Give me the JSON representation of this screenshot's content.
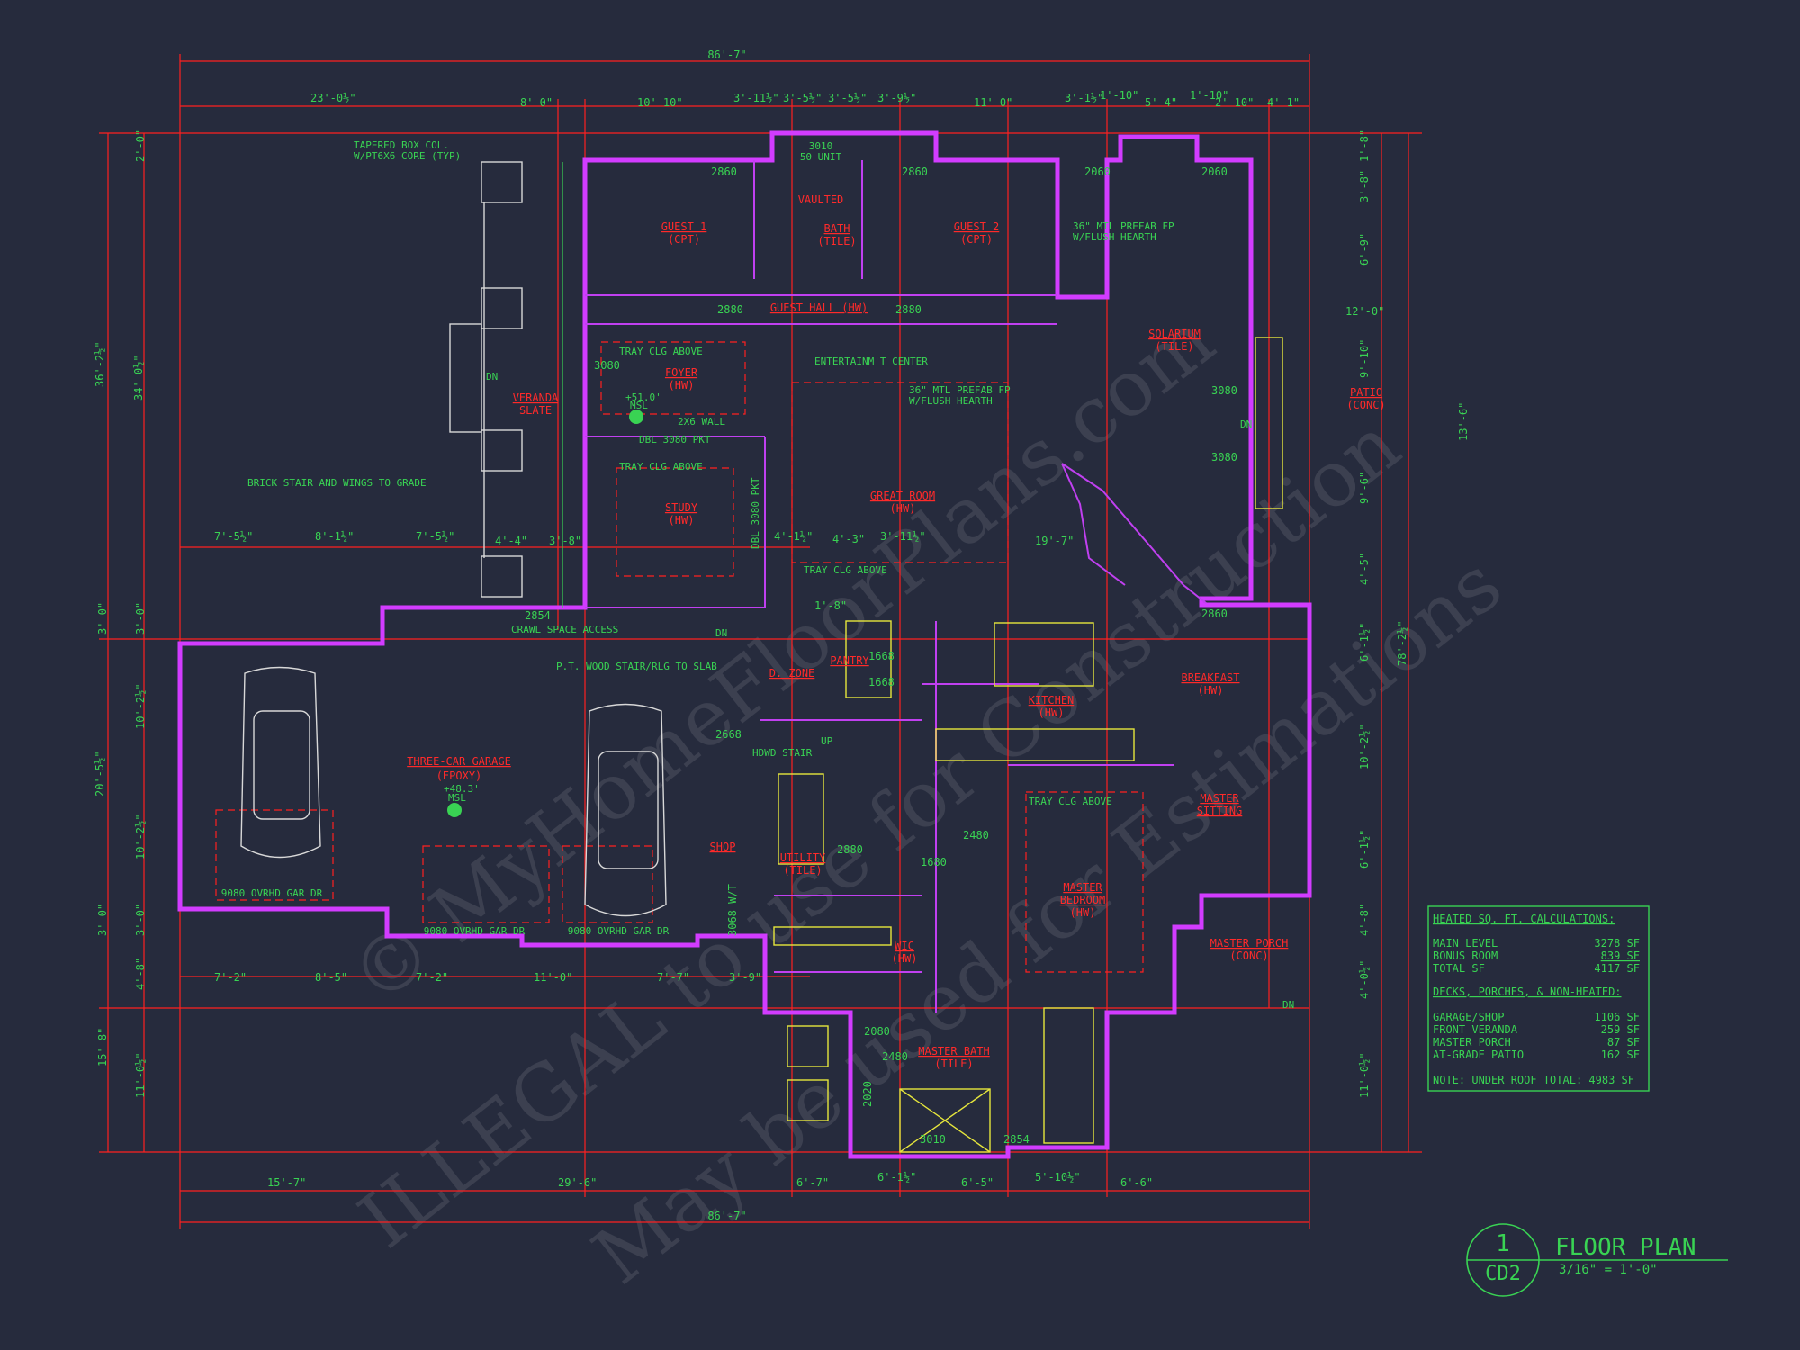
{
  "overall_dims": {
    "top": "86'-7\"",
    "bottom": "86'-7\""
  },
  "top_dims": [
    "23'-0½\"",
    "8'-0\"",
    "10'-10\"",
    "3'-11½\"",
    "3'-5½\"",
    "3'-5½\"",
    "3'-9½\"",
    "11'-0\"",
    "3'-1½\"",
    "1'-10\"",
    "5'-4\"",
    "1'-10\"",
    "2'-10\"",
    "4'-1\""
  ],
  "bottom_dims": [
    "15'-7\"",
    "29'-6\"",
    "6'-7\"",
    "6'-1½\"",
    "6'-5\"",
    "5'-10½\"",
    "6'-6\""
  ],
  "mid_dims": [
    "7'-5½\"",
    "8'-1½\"",
    "7'-5½\"",
    "4'-4\"",
    "3'-8\"",
    "4'-1½\"",
    "4'-3\"",
    "3'-11½\"",
    "19'-7\"",
    "1'-8\""
  ],
  "lower_dims": [
    "7'-2\"",
    "8'-5\"",
    "7'-2\"",
    "11'-0\"",
    "7'-7\"",
    "3'-9\""
  ],
  "left_dims": [
    "2'-0\"",
    "36'-2½\"",
    "34'-0½\"",
    "3'-0\"",
    "3'-0\"",
    "20'-5½\"",
    "10'-2½\"",
    "10'-2½\"",
    "3'-0\"",
    "3'-0\"",
    "4'-8\"",
    "15'-8\"",
    "11'-0½\""
  ],
  "right_dims": [
    "1'-8\"",
    "3'-8\"",
    "6'-9\"",
    "12'-0\"",
    "9'-10\"",
    "13'-6\"",
    "9'-6\"",
    "4'-5\"",
    "78'-2½\"",
    "6'-1½\"",
    "10'-2½\"",
    "6'-1½\"",
    "4'-8\"",
    "4'-0½\"",
    "11'-0½\""
  ],
  "rooms": {
    "guest1": "GUEST 1",
    "guest1_f": "(CPT)",
    "guest2": "GUEST 2",
    "guest2_f": "(CPT)",
    "bath": "BATH",
    "bath_f": "(TILE)",
    "vaulted": "VAULTED",
    "guest_hall": "GUEST HALL (HW)",
    "foyer": "FOYER",
    "foyer_f": "(HW)",
    "study": "STUDY",
    "study_f": "(HW)",
    "great_room": "GREAT ROOM",
    "great_room_f": "(HW)",
    "solarium": "SOLARIUM",
    "solarium_f": "(TILE)",
    "patio": "PATIO",
    "patio_f": "(CONC)",
    "veranda": "VERANDA",
    "veranda_f": "SLATE",
    "garage": "THREE-CAR GARAGE",
    "garage_f": "(EPOXY)",
    "breakfast": "BREAKFAST",
    "breakfast_f": "(HW)",
    "kitchen": "KITCHEN",
    "kitchen_f": "(HW)",
    "pantry": "PANTRY",
    "dzone": "D. ZONE",
    "master_sitting": "MASTER",
    "master_sitting_2": "SITTING",
    "master_bedroom": "MASTER",
    "master_bedroom_2": "BEDROOM",
    "master_bedroom_f": "(HW)",
    "master_porch": "MASTER PORCH",
    "master_porch_f": "(CONC)",
    "master_bath": "MASTER BATH",
    "master_bath_f": "(TILE)",
    "utility": "UTILITY",
    "utility_f": "(TILE)",
    "shop": "SHOP",
    "wic": "WIC",
    "wic_f": "(HW)"
  },
  "notes": {
    "tapered": "TAPERED BOX COL.",
    "tapered_2": "W/PT6X6 CORE (TYP)",
    "unit": "3010",
    "unit_2": "50 UNIT",
    "prefab_fp1": "36\" MTL PREFAB FP",
    "prefab_fp1_2": "W/FLUSH HEARTH",
    "prefab_fp2": "36\" MTL PREFAB FP",
    "prefab_fp2_2": "W/FLUSH HEARTH",
    "tray1": "TRAY CLG ABOVE",
    "tray2": "TRAY CLG ABOVE",
    "tray3": "TRAY CLG ABOVE",
    "tray4": "TRAY CLG ABOVE",
    "entertainment": "ENTERTAINM'T CENTER",
    "wall2x6": "2X6 WALL",
    "dbl_pkt": "DBL 3080 PKT",
    "dbl_pkt_v": "DBL 3080 PKT",
    "brick_stair": "BRICK STAIR AND WINGS TO GRADE",
    "crawl": "CRAWL SPACE ACCESS",
    "pt_stair": "P.T. WOOD STAIR/RLG TO SLAB",
    "hdwd_stair": "HDWD STAIR",
    "msl1": "+51.0'",
    "msl1_2": "MSL",
    "msl2": "+48.3'",
    "msl2_2": "MSL",
    "dn": "DN",
    "up": "UP",
    "ovrhd1": "9080 OVRHD GAR DR",
    "ovrhd2": "9080 OVRHD GAR DR",
    "ovrhd3": "9080 OVRHD GAR DR"
  },
  "openings": [
    "2860",
    "2860",
    "2060",
    "2060",
    "2880",
    "2880",
    "3080",
    "3080",
    "3080",
    "2854",
    "2860",
    "2668",
    "1680",
    "2480",
    "2880",
    "3068 W/T",
    "2080",
    "2480",
    "2020",
    "3010",
    "2854",
    "1668",
    "1668"
  ],
  "sqft": {
    "heading": "HEATED SQ. FT. CALCULATIONS:",
    "rows": [
      {
        "label": "MAIN LEVEL",
        "value": "3278 SF"
      },
      {
        "label": "BONUS ROOM",
        "value": "839 SF"
      },
      {
        "label": "TOTAL SF",
        "value": "4117 SF"
      }
    ],
    "heading2": "DECKS, PORCHES, & NON-HEATED:",
    "rows2": [
      {
        "label": "GARAGE/SHOP",
        "value": "1106 SF"
      },
      {
        "label": "FRONT VERANDA",
        "value": "259 SF"
      },
      {
        "label": "MASTER PORCH",
        "value": "87 SF"
      },
      {
        "label": "AT-GRADE PATIO",
        "value": "162 SF"
      }
    ],
    "note": "NOTE: UNDER ROOF TOTAL: 4983 SF"
  },
  "title_block": {
    "number": "1",
    "sheet": "CD2",
    "title": "FLOOR PLAN",
    "scale": "3/16\" = 1'-0\""
  },
  "watermark": [
    "© MyHomeFloorPlans.com",
    "ILLEGAL to use for Construction",
    "May be used for Estimations"
  ],
  "colors": {
    "background": "#262b3d",
    "dimension": "#39d353",
    "walls": "#d23cff",
    "annotation": "#ff2a2a",
    "fixtures": "#e6e63c"
  }
}
